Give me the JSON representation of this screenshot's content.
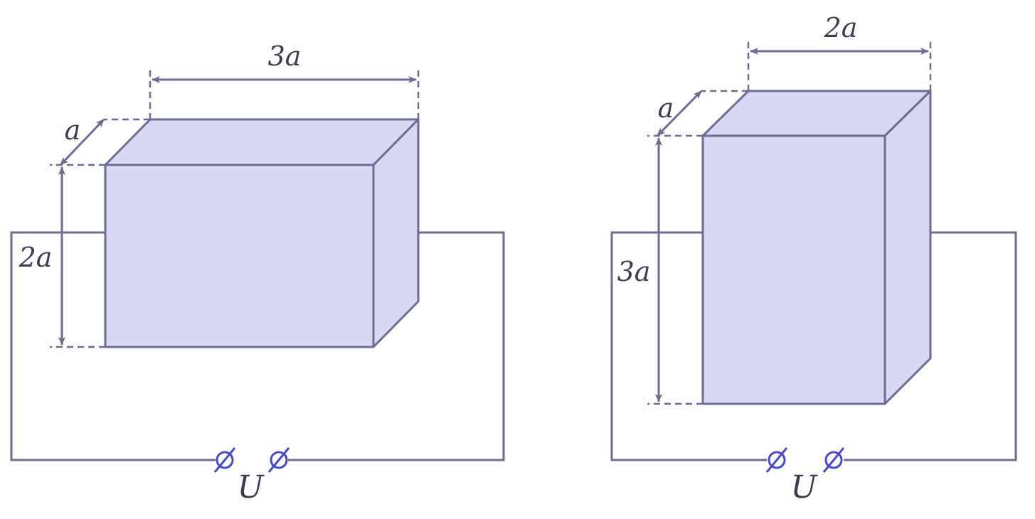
{
  "colors": {
    "face_fill": "#d8d8f6",
    "outline": "#6b6b94",
    "terminal": "#4747d6",
    "label": "#3c3c50"
  },
  "left_figure": {
    "label_width": "3a",
    "label_depth": "a",
    "label_height": "2a",
    "label_voltage": "U"
  },
  "right_figure": {
    "label_width": "2a",
    "label_depth": "a",
    "label_height": "3a",
    "label_voltage": "U"
  }
}
